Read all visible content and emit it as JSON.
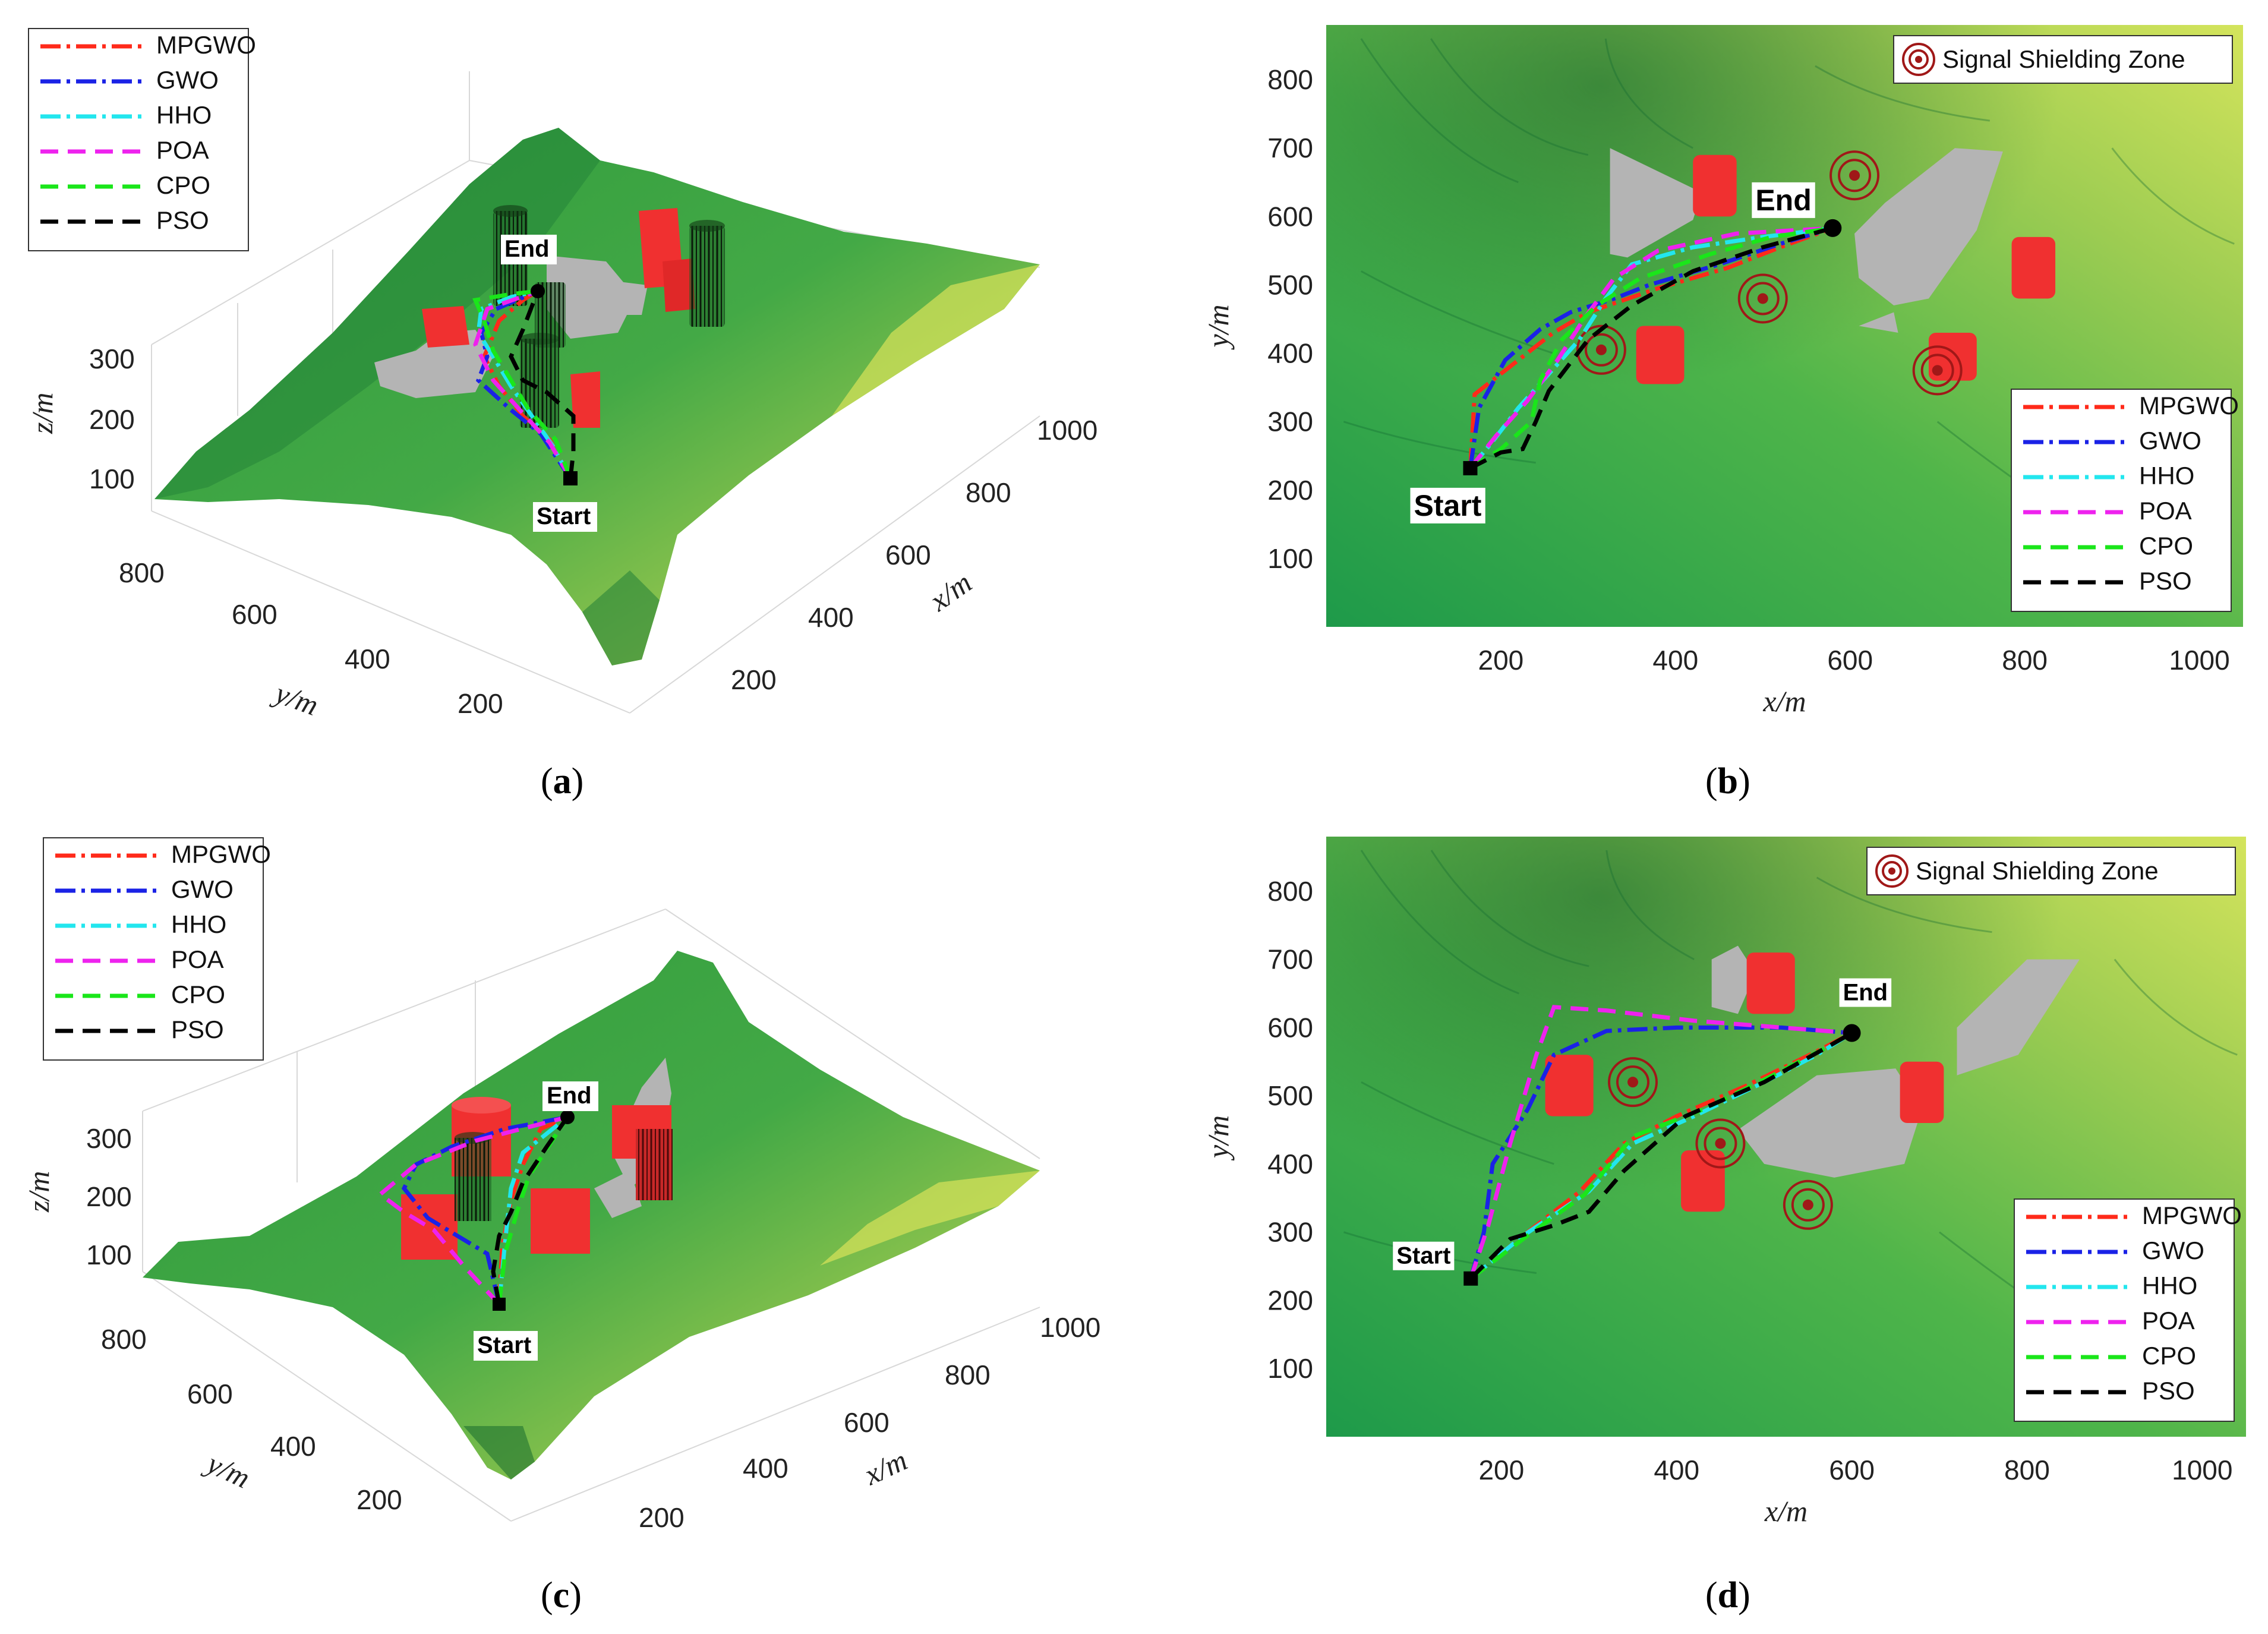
{
  "colors": {
    "MPGWO": "#ff2a1a",
    "GWO": "#1a22e6",
    "HHO": "#22e6ee",
    "POA": "#ee22ee",
    "CPO": "#1ae61a",
    "PSO": "#000000",
    "obstacle_red": "#f03030",
    "obstacle_gray": "#b4b4b4",
    "shield_ring": "#a01818",
    "terrain_low": "#1e8a3c",
    "terrain_high": "#c8e05a"
  },
  "labels": {
    "start": "Start",
    "end": "End",
    "shield_zone": "Signal Shielding Zone",
    "xlabel": "x/m",
    "ylabel": "y/m",
    "zlabel": "z/m"
  },
  "panels": [
    {
      "id": "a",
      "caption_open": "(",
      "caption_letter": "a",
      "caption_close": ")"
    },
    {
      "id": "b",
      "caption_open": "(",
      "caption_letter": "b",
      "caption_close": ")"
    },
    {
      "id": "c",
      "caption_open": "(",
      "caption_letter": "c",
      "caption_close": ")"
    },
    {
      "id": "d",
      "caption_open": "(",
      "caption_letter": "d",
      "caption_close": ")"
    }
  ],
  "chart_data": [
    {
      "panel": "a",
      "type": "line",
      "view": "3d",
      "xlabel": "x/m",
      "ylabel": "y/m",
      "zlabel": "z/m",
      "xticks": [
        200,
        400,
        600,
        800,
        1000
      ],
      "yticks": [
        200,
        400,
        600,
        800
      ],
      "zticks": [
        100,
        200,
        300
      ],
      "legend": [
        "MPGWO",
        "GWO",
        "HHO",
        "POA",
        "CPO",
        "PSO"
      ],
      "legend_position": "top-left",
      "start_label": "Start",
      "end_label": "End"
    },
    {
      "panel": "b",
      "type": "line",
      "view": "top",
      "xlabel": "x/m",
      "ylabel": "y/m",
      "xlim": [
        0,
        1050
      ],
      "ylim": [
        0,
        880
      ],
      "xticks": [
        200,
        400,
        600,
        800,
        1000
      ],
      "yticks": [
        100,
        200,
        300,
        400,
        500,
        600,
        700,
        800
      ],
      "legend": [
        "MPGWO",
        "GWO",
        "HHO",
        "POA",
        "CPO",
        "PSO"
      ],
      "legend_position": "bottom-right",
      "shield_legend_position": "top-right",
      "start": [
        165,
        232
      ],
      "end": [
        580,
        583
      ],
      "start_label": "Start",
      "end_label": "End",
      "shield_zones": [
        [
          605,
          660
        ],
        [
          500,
          480
        ],
        [
          315,
          405
        ],
        [
          700,
          375
        ]
      ],
      "red_obstacles": [
        {
          "x": [
            420,
            470
          ],
          "y": [
            600,
            690
          ]
        },
        {
          "x": [
            355,
            410
          ],
          "y": [
            355,
            440
          ]
        },
        {
          "x": [
            785,
            835
          ],
          "y": [
            480,
            570
          ]
        },
        {
          "x": [
            690,
            745
          ],
          "y": [
            360,
            430
          ]
        }
      ],
      "gray_obstacles": [
        [
          [
            325,
            700
          ],
          [
            430,
            635
          ],
          [
            420,
            595
          ],
          [
            345,
            540
          ],
          [
            325,
            545
          ]
        ],
        [
          [
            640,
            620
          ],
          [
            720,
            700
          ],
          [
            775,
            695
          ],
          [
            745,
            580
          ],
          [
            690,
            480
          ],
          [
            650,
            470
          ],
          [
            610,
            510
          ],
          [
            605,
            575
          ]
        ],
        [
          [
            610,
            440
          ],
          [
            655,
            430
          ],
          [
            650,
            460
          ]
        ]
      ],
      "series": [
        {
          "name": "MPGWO",
          "points": [
            [
              165,
              232
            ],
            [
              170,
              340
            ],
            [
              210,
              380
            ],
            [
              260,
              430
            ],
            [
              300,
              460
            ],
            [
              380,
              495
            ],
            [
              460,
              525
            ],
            [
              520,
              555
            ],
            [
              580,
              583
            ]
          ]
        },
        {
          "name": "GWO",
          "points": [
            [
              165,
              232
            ],
            [
              175,
              320
            ],
            [
              205,
              390
            ],
            [
              245,
              435
            ],
            [
              280,
              460
            ],
            [
              330,
              480
            ],
            [
              370,
              500
            ],
            [
              450,
              530
            ],
            [
              520,
              560
            ],
            [
              580,
              583
            ]
          ]
        },
        {
          "name": "HHO",
          "points": [
            [
              165,
              232
            ],
            [
              190,
              270
            ],
            [
              220,
              320
            ],
            [
              255,
              370
            ],
            [
              290,
              420
            ],
            [
              320,
              480
            ],
            [
              350,
              530
            ],
            [
              420,
              555
            ],
            [
              500,
              570
            ],
            [
              580,
              583
            ]
          ]
        },
        {
          "name": "POA",
          "points": [
            [
              165,
              232
            ],
            [
              195,
              280
            ],
            [
              230,
              330
            ],
            [
              265,
              390
            ],
            [
              295,
              450
            ],
            [
              330,
              510
            ],
            [
              380,
              550
            ],
            [
              470,
              575
            ],
            [
              580,
              583
            ]
          ]
        },
        {
          "name": "CPO",
          "points": [
            [
              165,
              232
            ],
            [
              200,
              260
            ],
            [
              235,
              300
            ],
            [
              245,
              360
            ],
            [
              270,
              420
            ],
            [
              310,
              470
            ],
            [
              360,
              510
            ],
            [
              440,
              545
            ],
            [
              510,
              570
            ],
            [
              580,
              583
            ]
          ]
        },
        {
          "name": "PSO",
          "points": [
            [
              165,
              232
            ],
            [
              200,
              255
            ],
            [
              225,
              260
            ],
            [
              240,
              300
            ],
            [
              255,
              345
            ],
            [
              300,
              420
            ],
            [
              350,
              470
            ],
            [
              420,
              520
            ],
            [
              500,
              555
            ],
            [
              580,
              583
            ]
          ]
        }
      ]
    },
    {
      "panel": "c",
      "type": "line",
      "view": "3d",
      "xlabel": "x/m",
      "ylabel": "y/m",
      "zlabel": "z/m",
      "xticks": [
        200,
        400,
        600,
        800,
        1000
      ],
      "yticks": [
        200,
        400,
        600,
        800
      ],
      "zticks": [
        100,
        200,
        300
      ],
      "legend": [
        "MPGWO",
        "GWO",
        "HHO",
        "POA",
        "CPO",
        "PSO"
      ],
      "legend_position": "top-left",
      "start_label": "Start",
      "end_label": "End"
    },
    {
      "panel": "d",
      "type": "line",
      "view": "top",
      "xlabel": "x/m",
      "ylabel": "y/m",
      "xlim": [
        0,
        1050
      ],
      "ylim": [
        0,
        880
      ],
      "xticks": [
        200,
        400,
        600,
        800,
        1000
      ],
      "yticks": [
        100,
        200,
        300,
        400,
        500,
        600,
        700,
        800
      ],
      "legend": [
        "MPGWO",
        "GWO",
        "HHO",
        "POA",
        "CPO",
        "PSO"
      ],
      "legend_position": "bottom-right",
      "shield_legend_position": "top-right",
      "start": [
        165,
        232
      ],
      "end": [
        600,
        592
      ],
      "start_label": "Start",
      "end_label": "End",
      "shield_zones": [
        [
          350,
          520
        ],
        [
          450,
          430
        ],
        [
          550,
          340
        ]
      ],
      "red_obstacles": [
        {
          "x": [
            480,
            535
          ],
          "y": [
            620,
            710
          ]
        },
        {
          "x": [
            250,
            305
          ],
          "y": [
            470,
            560
          ]
        },
        {
          "x": [
            405,
            455
          ],
          "y": [
            330,
            420
          ]
        },
        {
          "x": [
            655,
            705
          ],
          "y": [
            460,
            550
          ]
        }
      ],
      "gray_obstacles": [
        [
          [
            440,
            700
          ],
          [
            470,
            720
          ],
          [
            490,
            680
          ],
          [
            470,
            620
          ],
          [
            440,
            630
          ]
        ],
        [
          [
            720,
            600
          ],
          [
            800,
            700
          ],
          [
            860,
            700
          ],
          [
            790,
            560
          ],
          [
            720,
            530
          ]
        ],
        [
          [
            470,
            450
          ],
          [
            560,
            530
          ],
          [
            650,
            540
          ],
          [
            680,
            480
          ],
          [
            660,
            400
          ],
          [
            580,
            380
          ],
          [
            500,
            400
          ]
        ]
      ],
      "series": [
        {
          "name": "MPGWO",
          "points": [
            [
              165,
              232
            ],
            [
              220,
              290
            ],
            [
              290,
              360
            ],
            [
              340,
              430
            ],
            [
              400,
              470
            ],
            [
              480,
              515
            ],
            [
              560,
              565
            ],
            [
              600,
              592
            ]
          ]
        },
        {
          "name": "GWO",
          "points": [
            [
              165,
              232
            ],
            [
              180,
              300
            ],
            [
              190,
              400
            ],
            [
              230,
              480
            ],
            [
              260,
              560
            ],
            [
              320,
              595
            ],
            [
              400,
              600
            ],
            [
              520,
              600
            ],
            [
              600,
              592
            ]
          ]
        },
        {
          "name": "HHO",
          "points": [
            [
              165,
              232
            ],
            [
              225,
              295
            ],
            [
              300,
              360
            ],
            [
              350,
              430
            ],
            [
              420,
              470
            ],
            [
              500,
              520
            ],
            [
              560,
              560
            ],
            [
              600,
              592
            ]
          ]
        },
        {
          "name": "POA",
          "points": [
            [
              165,
              232
            ],
            [
              185,
              310
            ],
            [
              210,
              430
            ],
            [
              240,
              560
            ],
            [
              260,
              630
            ],
            [
              320,
              625
            ],
            [
              420,
              610
            ],
            [
              520,
              600
            ],
            [
              600,
              592
            ]
          ]
        },
        {
          "name": "CPO",
          "points": [
            [
              165,
              232
            ],
            [
              230,
              295
            ],
            [
              295,
              355
            ],
            [
              350,
              440
            ],
            [
              430,
              480
            ],
            [
              510,
              530
            ],
            [
              570,
              570
            ],
            [
              600,
              592
            ]
          ]
        },
        {
          "name": "PSO",
          "points": [
            [
              165,
              232
            ],
            [
              210,
              290
            ],
            [
              260,
              310
            ],
            [
              300,
              330
            ],
            [
              340,
              390
            ],
            [
              410,
              470
            ],
            [
              500,
              520
            ],
            [
              570,
              570
            ],
            [
              600,
              592
            ]
          ]
        }
      ]
    }
  ]
}
